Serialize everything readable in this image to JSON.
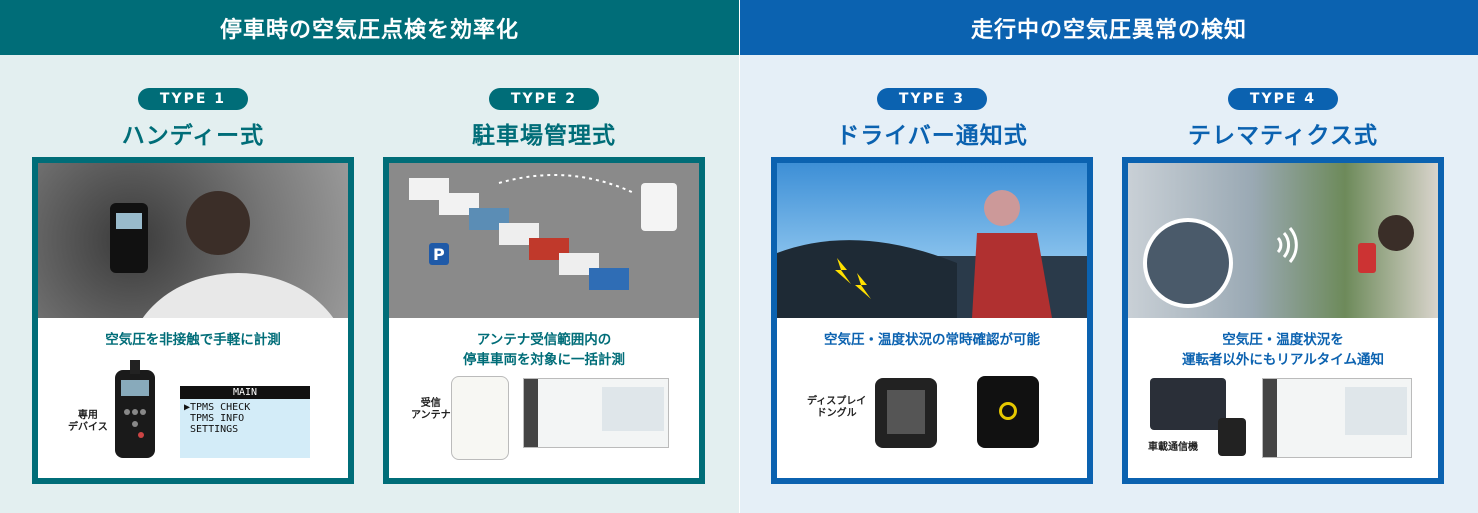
{
  "sections": [
    {
      "heading": "停車時の空気圧点検を効率化",
      "color": "#006d78"
    },
    {
      "heading": "走行中の空気圧異常の検知",
      "color": "#0b62b0"
    }
  ],
  "types": [
    {
      "badge": "TYPE 1",
      "title": "ハンディー式",
      "caption": [
        "空気圧を非接触で手軽に計測"
      ],
      "product_label": [
        "専用",
        "デバイス"
      ],
      "screen": {
        "header": "MAIN",
        "items": [
          "▶TPMS CHECK",
          " TPMS INFO",
          " SETTINGS"
        ]
      }
    },
    {
      "badge": "TYPE 2",
      "title": "駐車場管理式",
      "caption": [
        "アンテナ受信範囲内の",
        "停車車両を対象に一括計測"
      ],
      "product_label": [
        "受信",
        "アンテナ"
      ]
    },
    {
      "badge": "TYPE 3",
      "title": "ドライバー通知式",
      "caption": [
        "空気圧・温度状況の常時確認が可能"
      ],
      "product_label": [
        "ディスプレイ",
        "ドングル"
      ]
    },
    {
      "badge": "TYPE 4",
      "title": "テレマティクス式",
      "caption": [
        "空気圧・温度状況を",
        "運転者以外にもリアルタイム通知"
      ],
      "product_label": [
        "車載通信機"
      ]
    }
  ]
}
